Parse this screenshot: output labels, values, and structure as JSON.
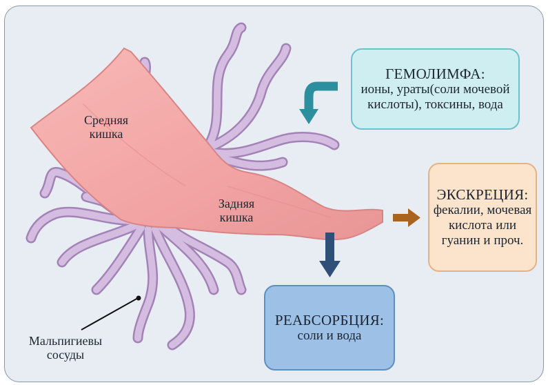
{
  "labels": {
    "midgut": "Средняя кишка",
    "hindgut": "Задняя кишка",
    "malpighian": "Мальпигиевы сосуды"
  },
  "hemolymph": {
    "title": "ГЕМОЛИМФА:",
    "text": "ионы, ураты(соли мочевой кислоты), токсины, вода"
  },
  "excretion": {
    "title": "ЭКСКРЕЦИЯ:",
    "text": "фекалии, мочевая кислота или гуанин и проч."
  },
  "reabsorption": {
    "title": "РЕАБСОРБЦИЯ:",
    "text": "соли и вода"
  },
  "colors": {
    "gut": "#f4a9a8",
    "tubules": "#cdb3d8",
    "hemolymph_arrow": "#2b8f9e",
    "excretion_arrow": "#a9651f",
    "reabsorption_arrow": "#2f4f78"
  }
}
